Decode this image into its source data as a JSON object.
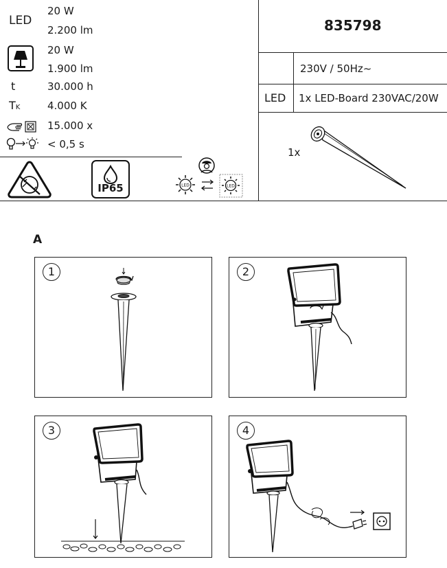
{
  "specs": {
    "led_label": "LED",
    "led_power": "20 W",
    "led_lumen": "2.200 lm",
    "lamp_power": "20 W",
    "lamp_lumen": "1.900 lm",
    "life_symbol": "t",
    "life_value": "30.000 h",
    "temp_symbol": "T",
    "temp_subscript": "K",
    "temp_value": "4.000 K",
    "cycles_value": "15.000 x",
    "startup_value": "< 0,5 s",
    "ip_rating": "IP65"
  },
  "info": {
    "article_number": "835798",
    "voltage": "230V / 50Hz~",
    "led_label": "LED",
    "led_board": "1x LED-Board 230VAC/20W",
    "contents_qty": "1x"
  },
  "section": {
    "label": "A"
  },
  "steps": [
    {
      "number": "1"
    },
    {
      "number": "2"
    },
    {
      "number": "3"
    },
    {
      "number": "4"
    }
  ],
  "icons": [
    "lamp-icon",
    "hand-switch-icon",
    "bulb-startup-icon",
    "no-dimming-triangle-icon",
    "ip65-drop-icon",
    "led-replace-icon",
    "technician-icon",
    "wall-socket-icon"
  ]
}
